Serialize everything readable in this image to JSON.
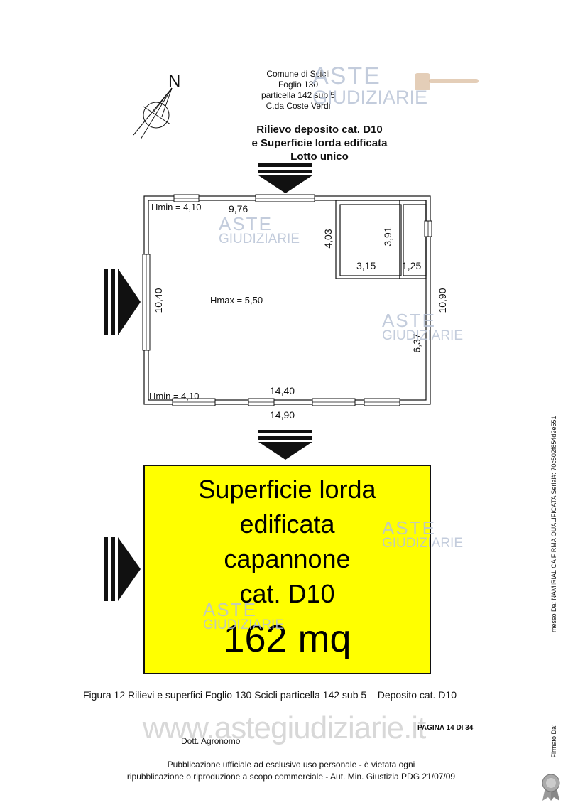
{
  "header": {
    "lines": [
      "Comune di Scicli",
      "Foglio 130",
      "particella 142 sub 5",
      "C.da Coste Verdi"
    ],
    "north_label": "N"
  },
  "title": {
    "lines": [
      "Rilievo deposito cat. D10",
      "e Superficie lorda edificata",
      "Lotto unico"
    ]
  },
  "plan": {
    "hmin_top": "Hmin = 4,10",
    "hmin_bottom": "Hmin = 4,10",
    "hmax": "Hmax = 5,50",
    "dim_top": "9,76",
    "dim_room_w": "4,03",
    "dim_room2_h": "3,91",
    "dim_room2_w": "3,15",
    "dim_room3_w": "1,25",
    "dim_left": "10,40",
    "dim_right": "10,90",
    "dim_right_inner": "6,37",
    "dim_bottom_inner": "14,40",
    "dim_bottom_outer": "14,90"
  },
  "summary_box": {
    "lines": [
      "Superficie lorda",
      "edificata",
      "capannone",
      "cat. D10"
    ],
    "value": "162 mq",
    "background": "#ffff00"
  },
  "watermark": {
    "line1": "ASTE",
    "line2": "GIUDIZIARIE"
  },
  "caption": "Figura 12 Rilievi e superfici Foglio 130 Scicli particella 142 sub 5 – Deposito cat. D10",
  "footer": {
    "pagina": "PAGINA 14 DI 34",
    "author": "Dott. Agronomo",
    "website": "www.astegiudiziarie.it",
    "publication": [
      "Pubblicazione ufficiale ad esclusivo uso personale - è vietata ogni",
      "ripubblicazione o riproduzione a scopo commerciale - Aut. Min. Giustizia PDG 21/07/09"
    ]
  },
  "signature": {
    "issuer": "messo Da: NAMIRIAL CA FIRMA QUALIFICATA Serial#: 70c502f854d2e551",
    "signed_by": "Firmato Da:"
  }
}
